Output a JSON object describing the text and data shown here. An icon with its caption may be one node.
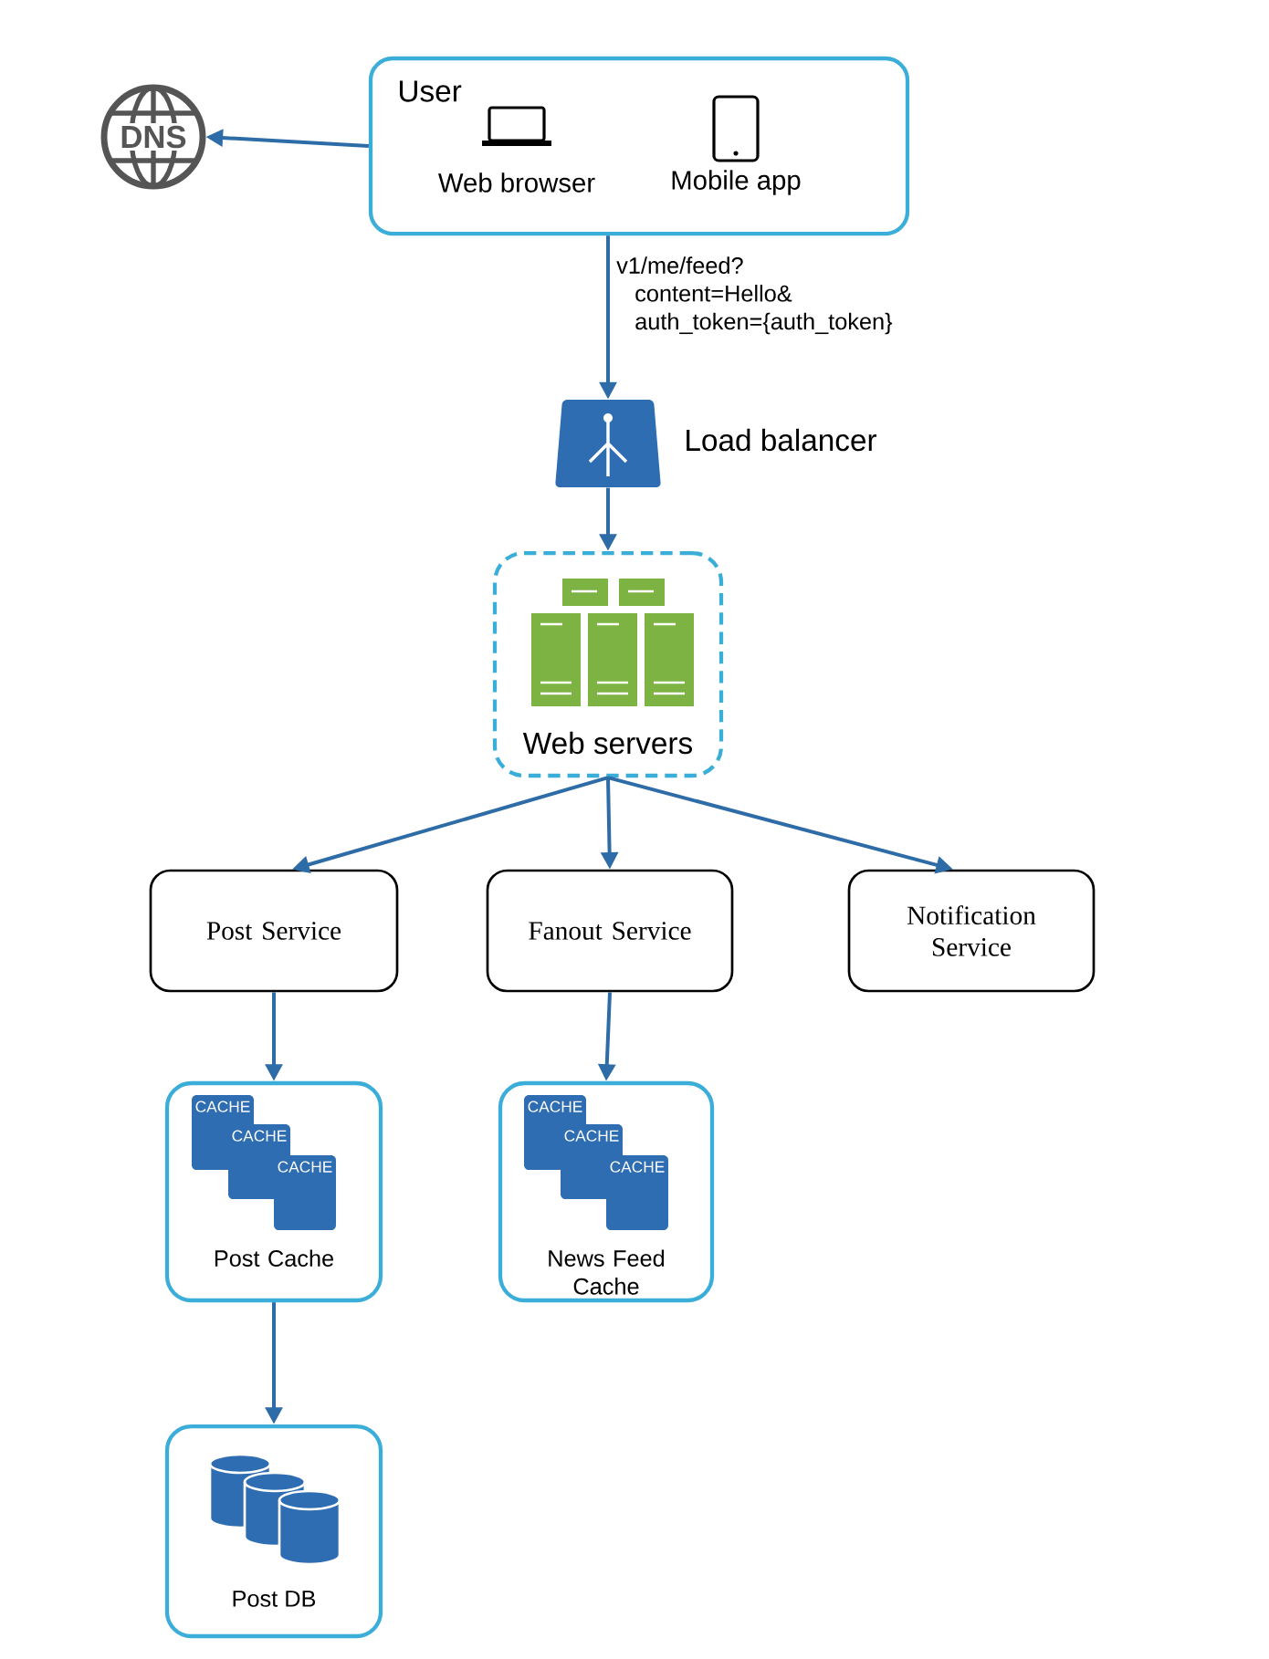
{
  "diagram": {
    "nodes": [
      {
        "text": [
          "User"
        ]
      },
      {
        "text": [
          "Web browser"
        ],
        "in": 0
      },
      {
        "text": [
          "Mobile app"
        ],
        "in": 0
      },
      {
        "text": [
          "DNS"
        ]
      },
      {
        "text": [
          "Load balancer"
        ]
      },
      {
        "text": [
          "Web servers"
        ]
      },
      {
        "text": [
          "Post Service"
        ]
      },
      {
        "text": [
          "Fanout Service"
        ]
      },
      {
        "text": [
          "Notification Service"
        ]
      },
      {
        "text": [
          "Post Cache"
        ]
      },
      {
        "text": [
          "News Feed Cache"
        ]
      },
      {
        "text": [
          "Post DB"
        ]
      }
    ],
    "edges": [
      {
        "from": 0,
        "to": 3,
        "arrow": "to"
      },
      {
        "from": 0,
        "to": 4,
        "arrow": "to",
        "label": "v1/me/feed? content=Hello& auth_token={auth_token}"
      },
      {
        "from": 4,
        "to": 5,
        "arrow": "to"
      },
      {
        "from": 5,
        "to": 6,
        "arrow": "to"
      },
      {
        "from": 5,
        "to": 7,
        "arrow": "to"
      },
      {
        "from": 5,
        "to": 8,
        "arrow": "to"
      },
      {
        "from": 6,
        "to": 9,
        "arrow": "to"
      },
      {
        "from": 7,
        "to": 10,
        "arrow": "to"
      },
      {
        "from": 9,
        "to": 11,
        "arrow": "to"
      }
    ],
    "labels": [
      "CACHE",
      "CACHE",
      "CACHE",
      "CACHE",
      "CACHE",
      "CACHE"
    ]
  }
}
